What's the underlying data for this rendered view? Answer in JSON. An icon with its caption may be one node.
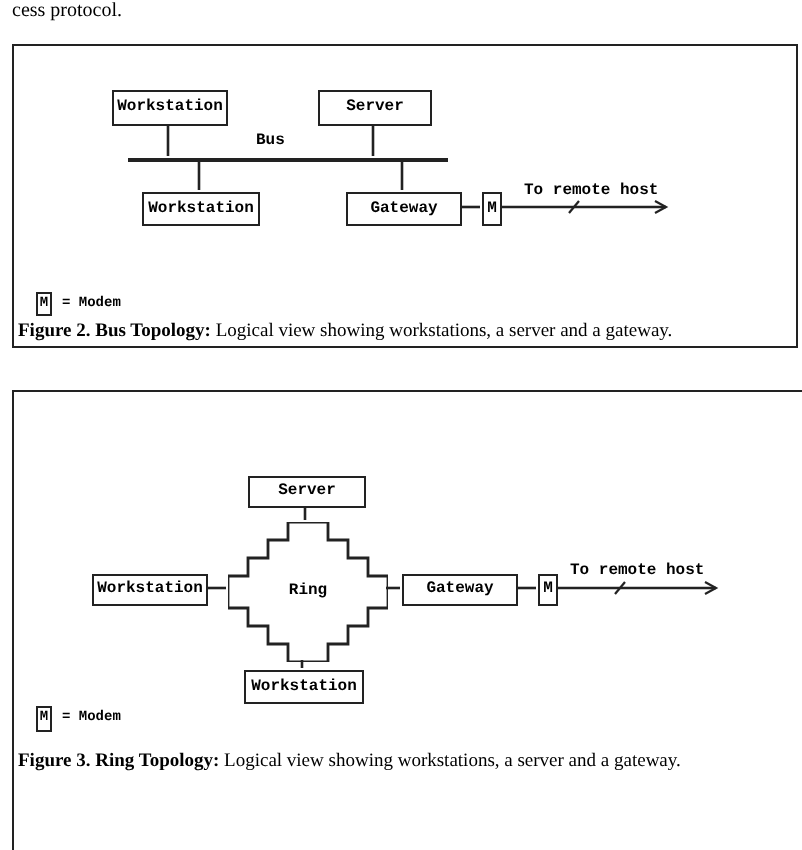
{
  "diagram": {
    "nodes": [
      {
        "text": [
          "**Figure 2. Bus Topology:** Logical view showing workstations, a server and a gateway."
        ]
      },
      {
        "text": [
          "Workstation"
        ],
        "in": 0
      },
      {
        "text": [
          "Server"
        ],
        "in": 0
      },
      {
        "text": [
          "Bus"
        ],
        "in": 0
      },
      {
        "text": [
          "Workstation"
        ],
        "in": 0
      },
      {
        "text": [
          "Gateway"
        ],
        "in": 0
      },
      {
        "text": [
          "M"
        ],
        "in": 0
      },
      {
        "text": [
          "M"
        ],
        "beside": [
          "= Modem"
        ],
        "in": 0
      },
      {
        "text": [
          "**Figure 3. Ring Topology:** Logical view showing workstations, a server and a gateway."
        ]
      },
      {
        "text": [
          "Server"
        ],
        "in": 8
      },
      {
        "text": [
          "Workstation"
        ],
        "in": 8
      },
      {
        "text": [
          "Ring"
        ],
        "in": 8
      },
      {
        "text": [
          "Gateway"
        ],
        "in": 8
      },
      {
        "text": [
          "M"
        ],
        "in": 8
      },
      {
        "text": [
          "Workstation"
        ],
        "in": 8
      },
      {
        "text": [
          "M"
        ],
        "beside": [
          "= Modem"
        ],
        "in": 8
      }
    ],
    "edges": [
      {
        "from": 1,
        "to": 3,
        "arrow": "none"
      },
      {
        "from": 2,
        "to": 3,
        "arrow": "none"
      },
      {
        "from": 3,
        "to": 4,
        "arrow": "none"
      },
      {
        "from": 3,
        "to": 5,
        "arrow": "none"
      },
      {
        "from": 5,
        "to": 6,
        "arrow": "none"
      },
      {
        "from": 6,
        "to": null,
        "arrow": "to",
        "label": "To remote host"
      },
      {
        "from": 9,
        "to": 11,
        "arrow": "none"
      },
      {
        "from": 10,
        "to": 11,
        "arrow": "none"
      },
      {
        "from": 11,
        "to": 12,
        "arrow": "none"
      },
      {
        "from": 12,
        "to": 13,
        "arrow": "none"
      },
      {
        "from": 13,
        "to": null,
        "arrow": "to",
        "label": "To remote host"
      },
      {
        "from": 11,
        "to": 14,
        "arrow": "none"
      }
    ],
    "labels": [
      "cess protocol."
    ]
  }
}
